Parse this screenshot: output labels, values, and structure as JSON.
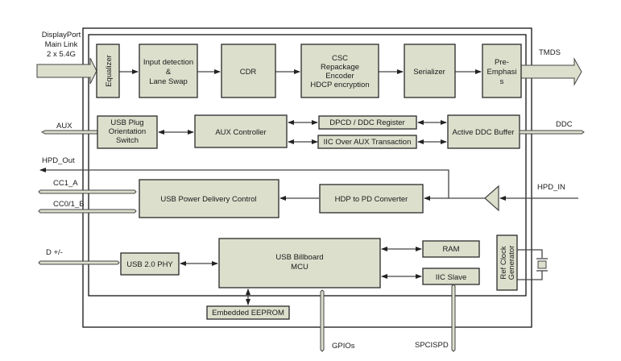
{
  "diagram": {
    "title": "DisplayPort to HDMI USB Type-C converter block diagram",
    "colors": {
      "block_fill": "#dcdfcc",
      "line": "#444444",
      "frame": "#000000"
    },
    "external_signals": {
      "dp_main_link": [
        "DisplayPort",
        "Main Link",
        "2 x 5.4G"
      ],
      "tmds": "TMDS",
      "aux": "AUX",
      "ddc": "DDC",
      "hpd_out": "HPD_Out",
      "hpd_in": "HPD_IN",
      "cc1_a": "CC1_A",
      "cc0_1_b": "CC0/1_B",
      "d_pm": "D +/-",
      "gpios": "GPIOs",
      "spi_spd": "SPCISPD"
    },
    "blocks": {
      "equalizer": "Equalizer",
      "input_detect": [
        "Input detection",
        "&",
        "Lane Swap"
      ],
      "cdr": "CDR",
      "csc": [
        "CSC",
        "Repackage",
        "Encoder",
        "HDCP encryption"
      ],
      "serializer": "Serializer",
      "pre_emphasis": [
        "Pre-",
        "Emphasi",
        "s"
      ],
      "usb_plug": [
        "USB Plug",
        "Orientation",
        "Switch"
      ],
      "aux_controller": "AUX Controller",
      "dpcd_register": "DPCD / DDC Register",
      "iic_over_aux": "IIC Over AUX Transaction",
      "active_ddc": "Active DDC Buffer",
      "usb_pd": "USB Power Delivery Control",
      "hdp_to_pd": "HDP to PD Converter",
      "usb_phy": "USB 2.0 PHY",
      "billboard": [
        "USB Billboard",
        "MCU"
      ],
      "ram": "RAM",
      "iic_slave": "IIC Slave",
      "ref_clock": [
        "Ref Clock",
        "Generator"
      ],
      "eeprom": "Embedded EEPROM"
    }
  }
}
